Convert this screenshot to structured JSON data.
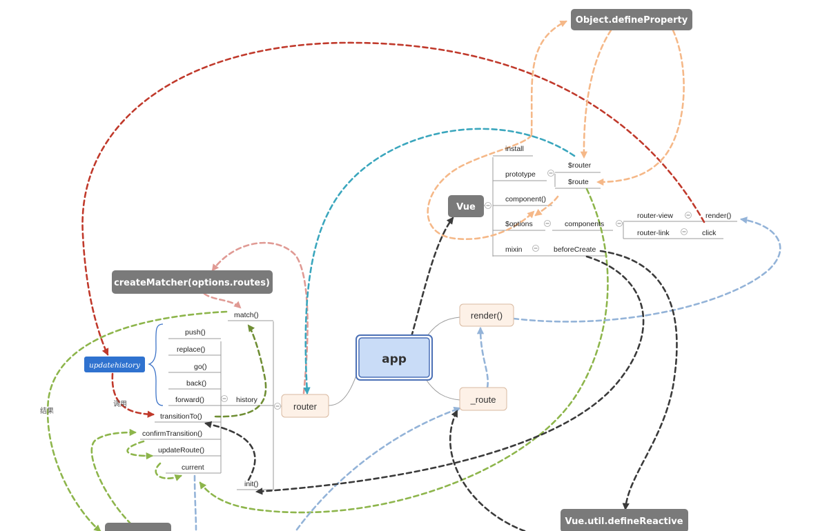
{
  "nodes": {
    "object_define_property": "Object.defineProperty",
    "create_matcher": "createMatcher(options.routes)",
    "vue": "Vue",
    "app": "app",
    "render": "render()",
    "route": "_route",
    "router": "router",
    "update_history": "updatehistory",
    "vue_util_define_reactive": "Vue.util.defineReactive"
  },
  "vue_branch": {
    "install": "install",
    "prototype": "prototype",
    "router_prop": "$router",
    "route_prop": "$route",
    "component": "component()",
    "options": "$options",
    "components": "components",
    "router_view": "router-view",
    "render": "render()",
    "router_link": "router-link",
    "click": "click",
    "mixin": "mixin",
    "before_create": "beforeCreate"
  },
  "router_branch": {
    "match": "match()",
    "push": "push()",
    "replace": "replace()",
    "go": "go()",
    "back": "back()",
    "forward": "forward()",
    "history": "history",
    "transition_to": "transitionTo()",
    "confirm_transition": "confirmTransition()",
    "update_route": "updateRoute()",
    "current": "current",
    "init": "init()"
  },
  "notes": {
    "call": "调用",
    "result": "结果"
  },
  "colors": {
    "red": "#c0392b",
    "orange": "#f5b888",
    "pink": "#e09a94",
    "teal": "#3aa6bd",
    "green": "#8db54b",
    "blue": "#93b3d8",
    "black": "#3a3a3a",
    "olive": "#6f8e34",
    "app_fill": "#c9dcf7",
    "app_border": "#4a6fb5",
    "update_history_fill": "#2f72cf"
  }
}
